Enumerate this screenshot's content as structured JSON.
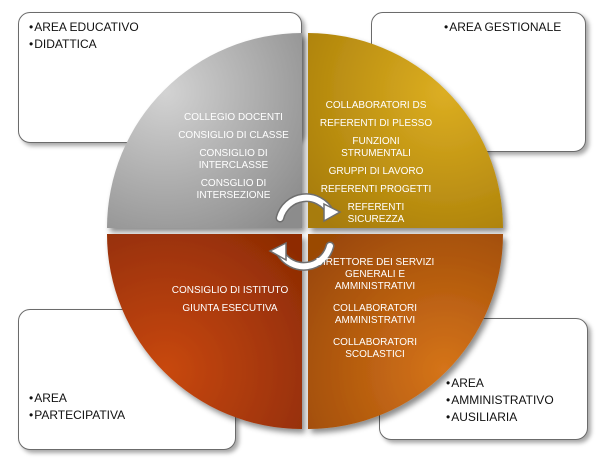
{
  "boxes": {
    "top_left": [
      "AREA EDUCATIVO",
      "DIDATTICA"
    ],
    "top_right": [
      "AREA GESTIONALE"
    ],
    "bottom_left": [
      "AREA",
      "PARTECIPATIVA"
    ],
    "bottom_right": [
      "AREA",
      "AMMINISTRATIVO",
      "AUSILIARIA"
    ]
  },
  "quadrants": {
    "top_left": [
      "COLLEGIO DOCENTI",
      "CONSIGLIO DI CLASSE",
      "CONSIGLIO DI INTERCLASSE",
      "CONSGLIO DI INTERSEZIONE"
    ],
    "top_right": [
      "COLLABORATORI  DS",
      "REFERENTI DI PLESSO",
      "FUNZIONI STRUMENTALI",
      "GRUPPI DI LAVORO",
      "REFERENTI PROGETTI",
      "REFERENTI  SICUREZZA"
    ],
    "bottom_left": [
      "CONSIGLIO DI ISTITUTO",
      "GIUNTA ESECUTIVA"
    ],
    "bottom_right": [
      "DIRETTORE DEI SERVIZI GENERALI  E AMMINISTRATIVI",
      "COLLABORATORI AMMINISTRATIVI",
      "COLLABORATORI SCOLASTICI"
    ]
  },
  "colors": {
    "quadrant_top_left": "#a7a7a7",
    "quadrant_top_right": "#c79a14",
    "quadrant_bottom_left": "#b23c0b",
    "quadrant_bottom_right": "#c26410"
  }
}
